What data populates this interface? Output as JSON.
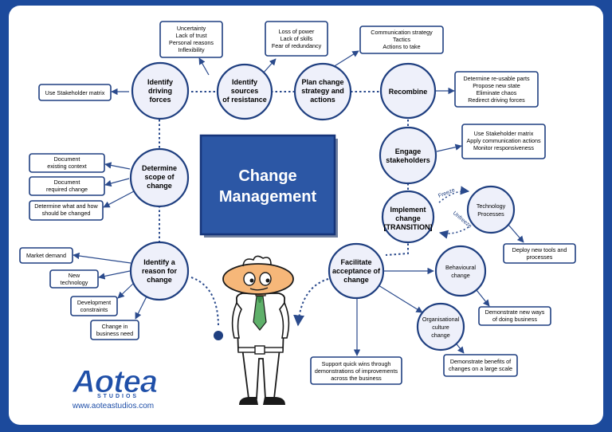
{
  "colors": {
    "frame": "#1c4a9c",
    "title_box": "#2c57a5",
    "node_fill": "#eef0fa",
    "node_stroke": "#1f3f80",
    "logo": "#1f4fa8"
  },
  "title": {
    "line1": "Change",
    "line2": "Management"
  },
  "nodes": {
    "identify_driving_forces": [
      "Identify",
      "driving",
      "forces"
    ],
    "identify_sources": [
      "Identify",
      "sources",
      "of resistance"
    ],
    "plan_change": [
      "Plan change",
      "strategy and",
      "actions"
    ],
    "recombine": [
      "Recombine"
    ],
    "engage": [
      "Engage",
      "stakeholders"
    ],
    "implement": [
      "Implement",
      "change",
      "[TRANSITION]"
    ],
    "technology": [
      "Technology",
      "Processes"
    ],
    "facilitate": [
      "Facilitate",
      "acceptance of",
      "change"
    ],
    "behavioural": [
      "Behavioural",
      "change"
    ],
    "organisational": [
      "Organisational",
      "culture",
      "change"
    ],
    "determine_scope": [
      "Determine",
      "scope of",
      "change"
    ],
    "identify_reason": [
      "Identify a",
      "reason for",
      "change"
    ]
  },
  "boxes": {
    "uncertainty": [
      "Uncertainty",
      "Lack of trust",
      "Personal reasons",
      "Inflexibility"
    ],
    "loss_of_power": [
      "Loss of power",
      "Lack of skills",
      "Fear of redundancy"
    ],
    "communication": [
      "Communication strategy",
      "Tactics",
      "Actions to take"
    ],
    "reusable": [
      "Determine re-usable parts",
      "Propose new state",
      "Eliminate chaos",
      "Redirect driving forces"
    ],
    "stakeholder_matrix": [
      "Use Stakeholder matrix"
    ],
    "engage_actions": [
      "Use Stakeholder matrix",
      "Apply communication actions",
      "Monitor responsiveness"
    ],
    "document_context": [
      "Document",
      "existing context"
    ],
    "document_required": [
      "Document",
      "required change"
    ],
    "determine_what": [
      "Determine what and how",
      "should be changed"
    ],
    "market_demand": [
      "Market demand"
    ],
    "new_technology": [
      "New",
      "technology"
    ],
    "development": [
      "Development",
      "constraints"
    ],
    "business_need": [
      "Change in",
      "business need"
    ],
    "deploy_tools": [
      "Deploy new tools and",
      "processes"
    ],
    "new_ways": [
      "Demonstrate new ways",
      "of doing business"
    ],
    "quick_wins": [
      "Support quick wins through",
      "demonstrations of improvements",
      "across the business"
    ],
    "benefits": [
      "Demonstrate benefits of",
      "changes on a large scale"
    ]
  },
  "arc_labels": {
    "freeze": "Freeze",
    "unfreeze": "Unfreeze"
  },
  "logo": {
    "name": "Aotea",
    "sub": "STUDIOS",
    "url": "www.aoteastudios.com"
  }
}
